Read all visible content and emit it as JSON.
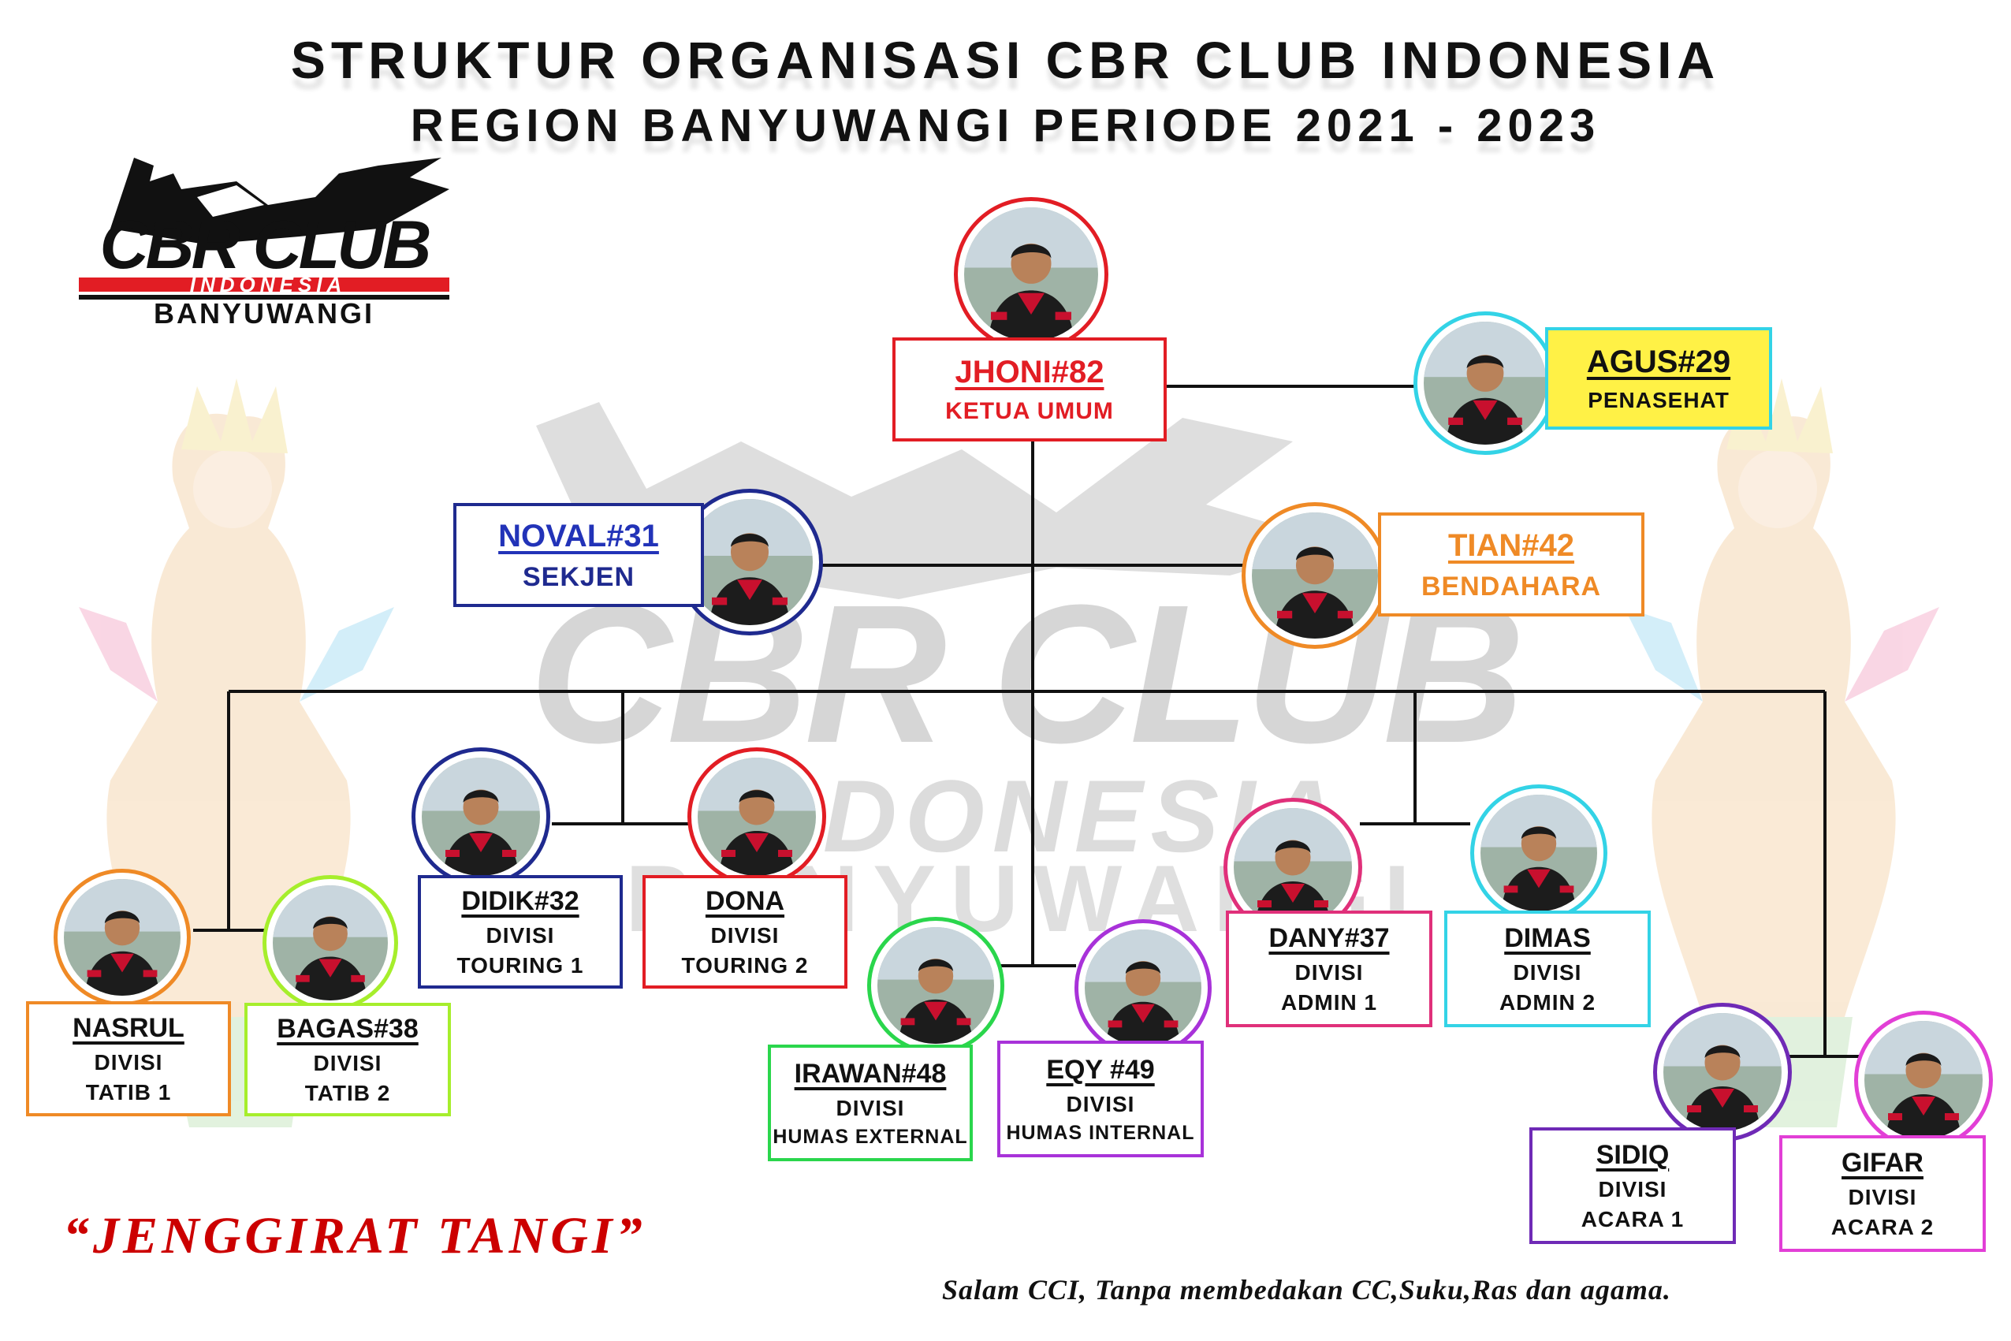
{
  "title": {
    "line1": "STRUKTUR ORGANISASI CBR CLUB INDONESIA",
    "line2": "REGION BANYUWANGI PERIODE 2021 - 2023"
  },
  "logo": {
    "text_main": "CBR CLUB",
    "text_sub": "INDONESIA",
    "region": "BANYUWANGI"
  },
  "watermark": {
    "text_main": "CBR CLUB",
    "text_sub": "INDONESIA",
    "region": "BANYUWANGI"
  },
  "colors": {
    "red": "#e21d24",
    "navy": "#1f2a8f",
    "orange": "#ef8a26",
    "cyan": "#33d3e6",
    "yellow": "#fff146",
    "lime": "#a6ee2c",
    "green": "#2ad64c",
    "purple": "#a832d9",
    "pink": "#e0307a",
    "violet": "#6f2ab6",
    "magenta": "#e23fd6"
  },
  "members": [
    {
      "name": "JHONI#82",
      "role": "KETUA UMUM",
      "color": "#e21d24",
      "icon": "person-photo"
    },
    {
      "name": "AGUS#29",
      "role": "PENASEHAT",
      "color": "#33d3e6",
      "icon": "person-photo"
    },
    {
      "name": "NOVAL#31",
      "role": "SEKJEN",
      "color": "#1f2a8f",
      "icon": "person-photo"
    },
    {
      "name": "TIAN#42",
      "role": "BENDAHARA",
      "color": "#ef8a26",
      "icon": "person-photo"
    },
    {
      "name": "NASRUL",
      "role1": "DIVISI",
      "role2": "TATIB 1",
      "color": "#ef8a26",
      "icon": "person-photo"
    },
    {
      "name": "BAGAS#38",
      "role1": "DIVISI",
      "role2": "TATIB 2",
      "color": "#a6ee2c",
      "icon": "person-photo"
    },
    {
      "name": "DIDIK#32",
      "role1": "DIVISI",
      "role2": "TOURING 1",
      "color": "#1f2a8f",
      "icon": "person-photo"
    },
    {
      "name": "DONA",
      "role1": "DIVISI",
      "role2": "TOURING 2",
      "color": "#e21d24",
      "icon": "person-photo"
    },
    {
      "name": "IRAWAN#48",
      "role1": "DIVISI",
      "role2": "HUMAS EXTERNAL",
      "color": "#2ad64c",
      "icon": "person-photo"
    },
    {
      "name": "EQY #49",
      "role1": "DIVISI",
      "role2": "HUMAS INTERNAL",
      "color": "#a832d9",
      "icon": "person-photo"
    },
    {
      "name": "DANY#37",
      "role1": "DIVISI",
      "role2": "ADMIN 1",
      "color": "#e0307a",
      "icon": "person-photo"
    },
    {
      "name": "DIMAS",
      "role1": "DIVISI",
      "role2": "ADMIN 2",
      "color": "#33d3e6",
      "icon": "person-photo"
    },
    {
      "name": "SIDIQ",
      "role1": "DIVISI",
      "role2": "ACARA 1",
      "color": "#6f2ab6",
      "icon": "person-photo"
    },
    {
      "name": "GIFAR",
      "role1": "DIVISI",
      "role2": "ACARA 2",
      "color": "#e23fd6",
      "icon": "person-photo"
    }
  ],
  "motto": "“JENGGIRAT TANGI”",
  "footer": "Salam CCI, Tanpa membedakan CC,Suku,Ras dan agama."
}
